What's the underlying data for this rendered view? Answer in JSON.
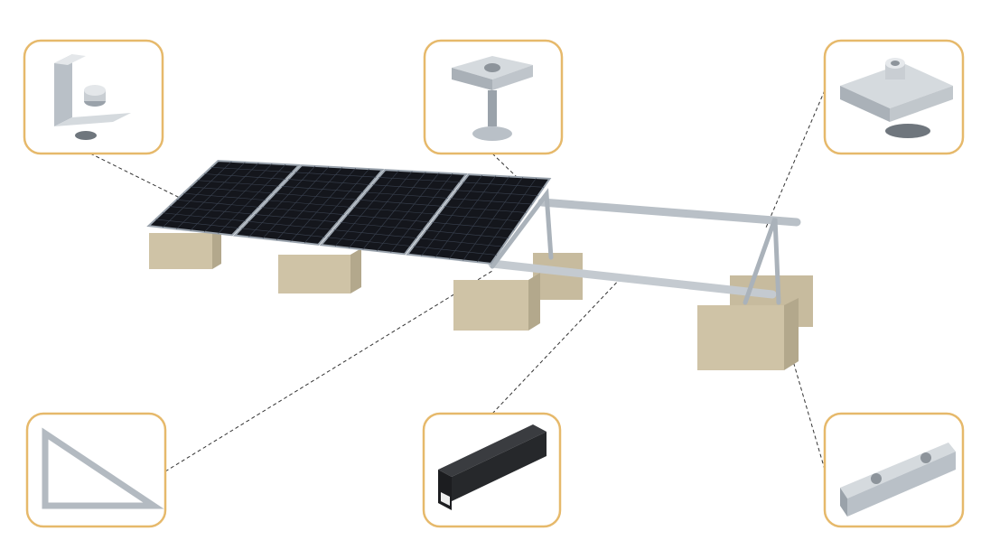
{
  "colors": {
    "callout_border": "#e6b96b",
    "panel_cell": "#14161c",
    "panel_frame": "#9aa3ad",
    "rail": "#c4cad0",
    "concrete": "#cfc3a6",
    "leader_line": "#333333"
  },
  "callouts": [
    {
      "id": "end-clamp",
      "icon": "end-clamp-icon"
    },
    {
      "id": "mid-clamp",
      "icon": "mid-clamp-icon"
    },
    {
      "id": "rail-clamp",
      "icon": "rail-clamp-icon"
    },
    {
      "id": "triangle-bracket",
      "icon": "triangle-bracket-icon"
    },
    {
      "id": "rail-profile",
      "icon": "rail-profile-icon"
    },
    {
      "id": "rail-splice",
      "icon": "rail-splice-icon"
    }
  ]
}
